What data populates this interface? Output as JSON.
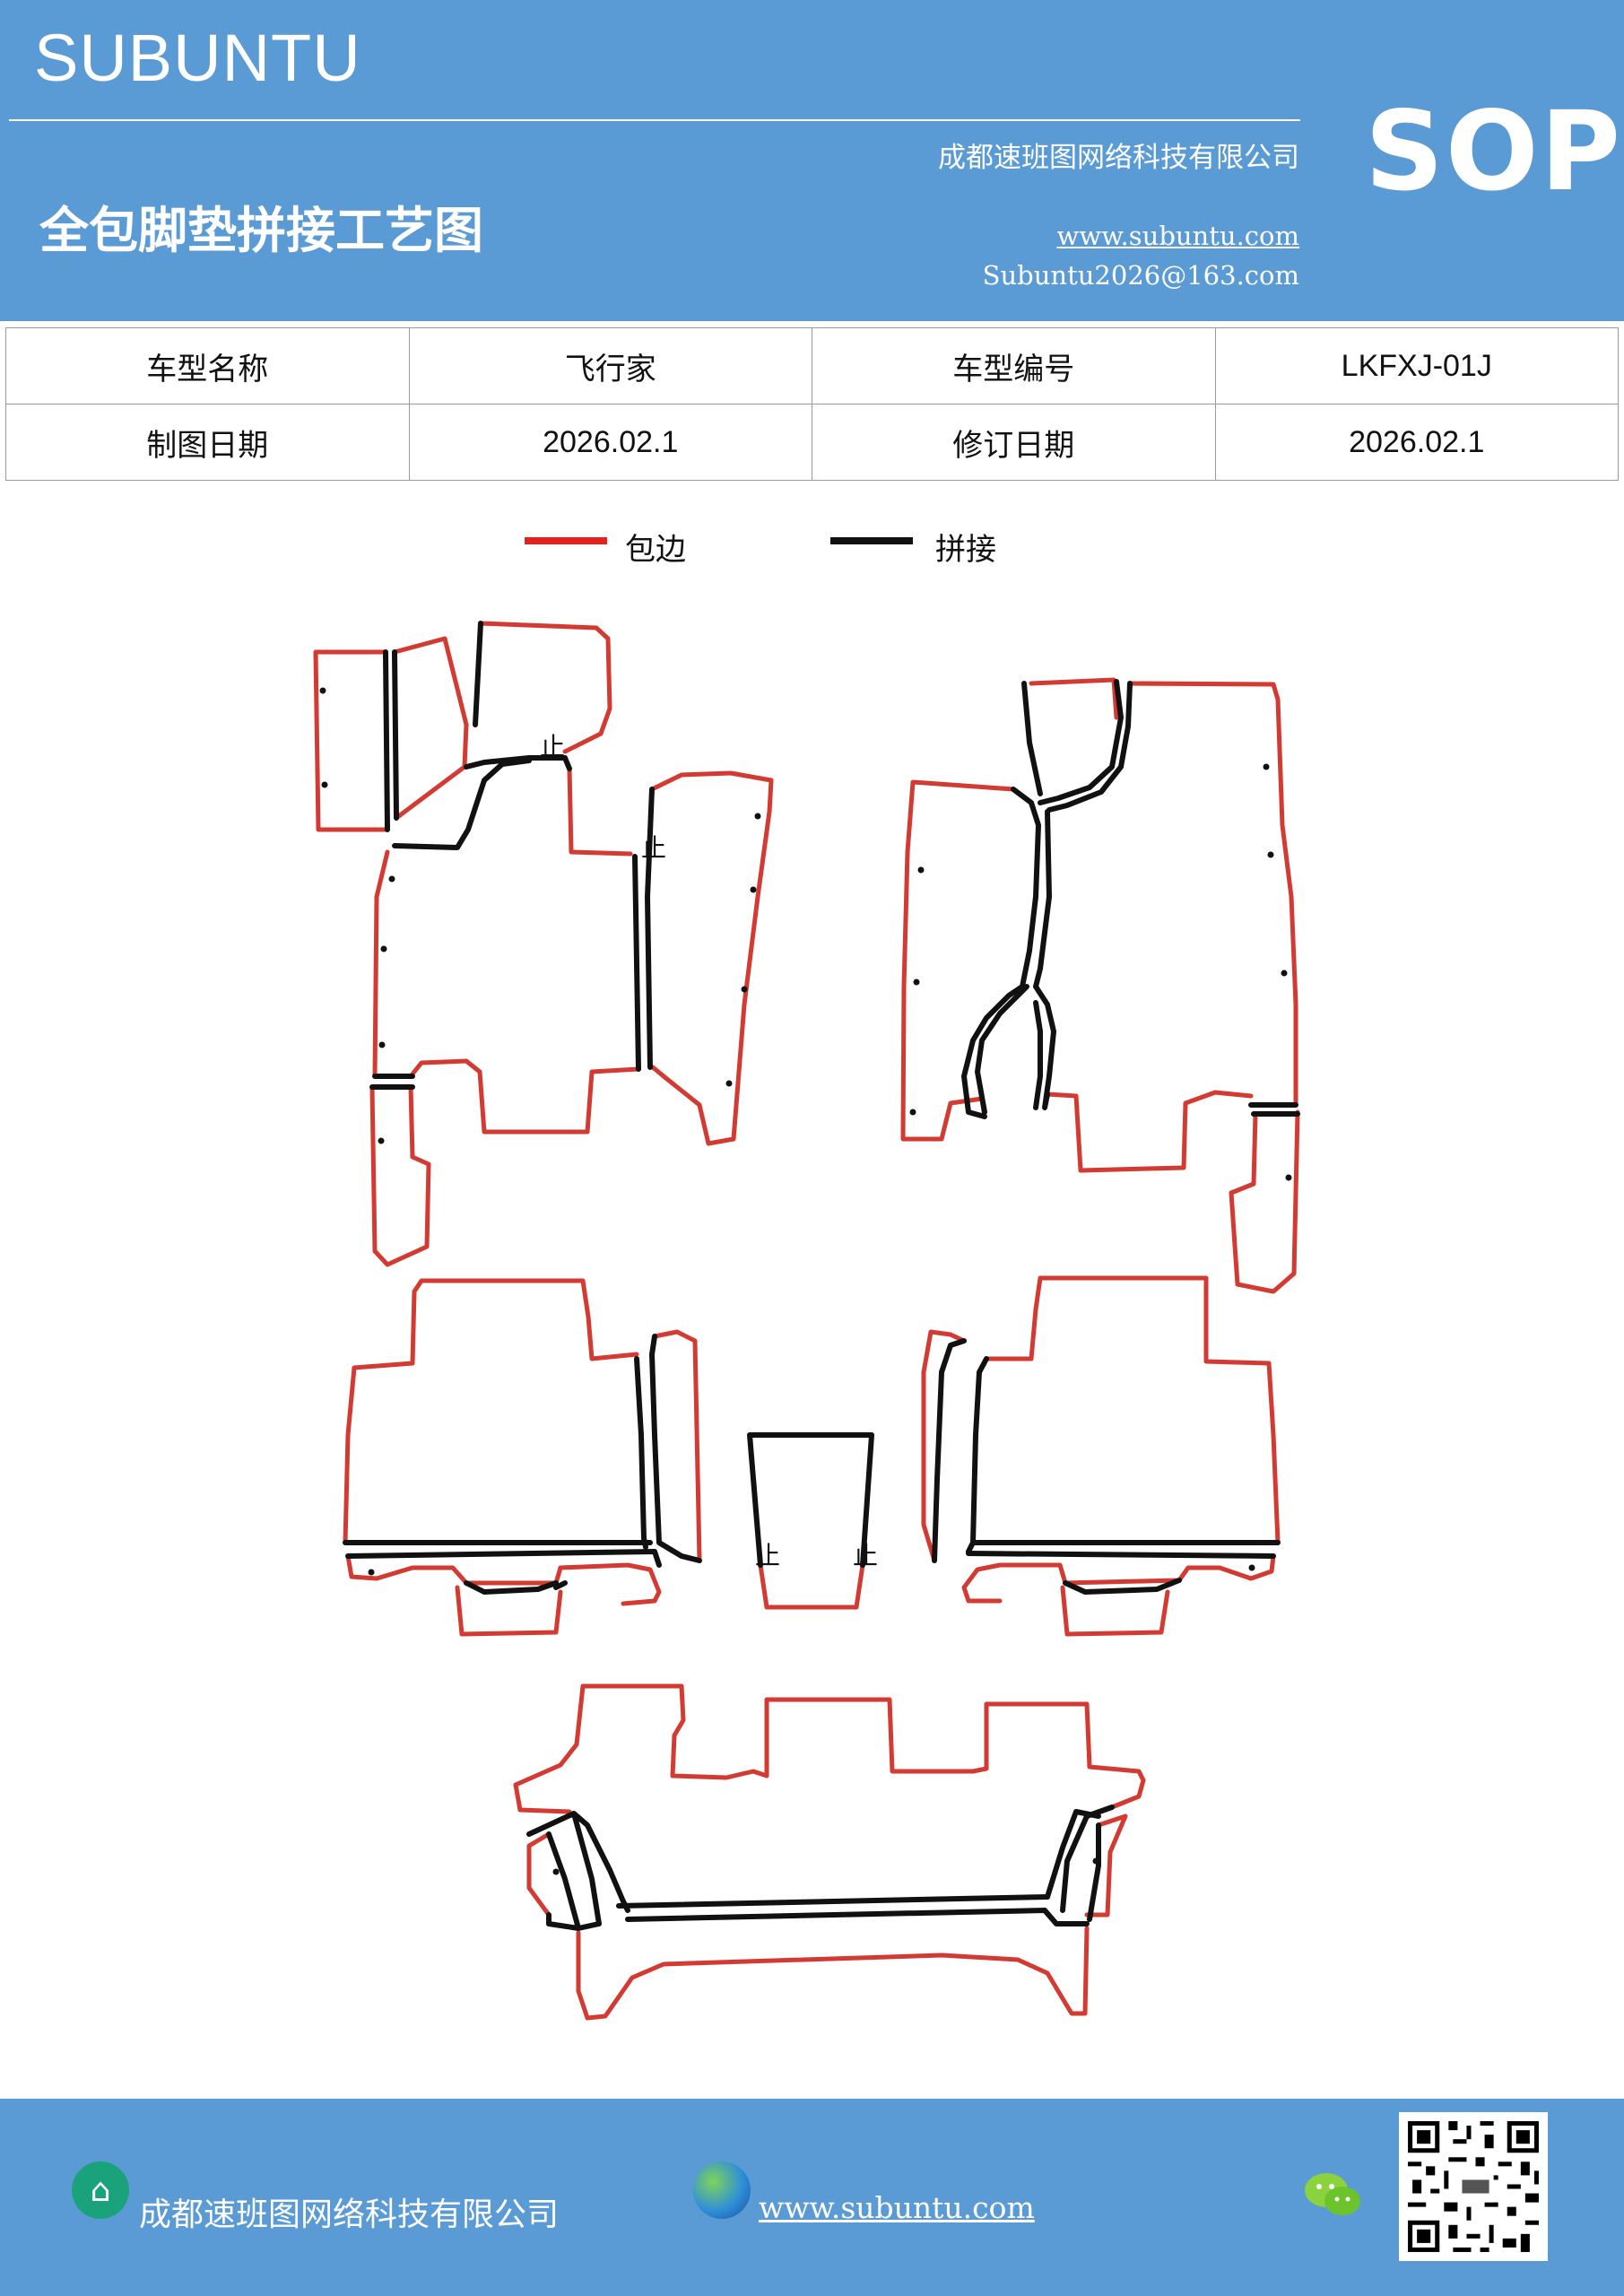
{
  "header": {
    "brand": "SUBUNTU",
    "company": "成都速班图网络科技有限公司",
    "title": "全包脚垫拼接工艺图",
    "url": "www.subuntu.com",
    "email": "Subuntu2026@163.com",
    "badge": "SOP",
    "bg_color": "#5b9bd5"
  },
  "info_table": {
    "rows": [
      {
        "label1": "车型名称",
        "value1": "飞行家",
        "label2": "车型编号",
        "value2": "LKFXJ-01J"
      },
      {
        "label1": "制图日期",
        "value1": "2026.02.1",
        "label2": "修订日期",
        "value2": "2026.02.1"
      }
    ]
  },
  "legend": {
    "items": [
      {
        "label": "包边",
        "color": "#e8201c"
      },
      {
        "label": "拼接",
        "color": "#111111"
      }
    ]
  },
  "diagram": {
    "edge_color": "#d23a32",
    "seam_color": "#111111",
    "stop_mark": "止"
  },
  "footer": {
    "company": "成都速班图网络科技有限公司",
    "url": "www.subuntu.com",
    "icons": [
      "building-icon",
      "globe-icon",
      "wechat-icon",
      "qr-code"
    ]
  }
}
